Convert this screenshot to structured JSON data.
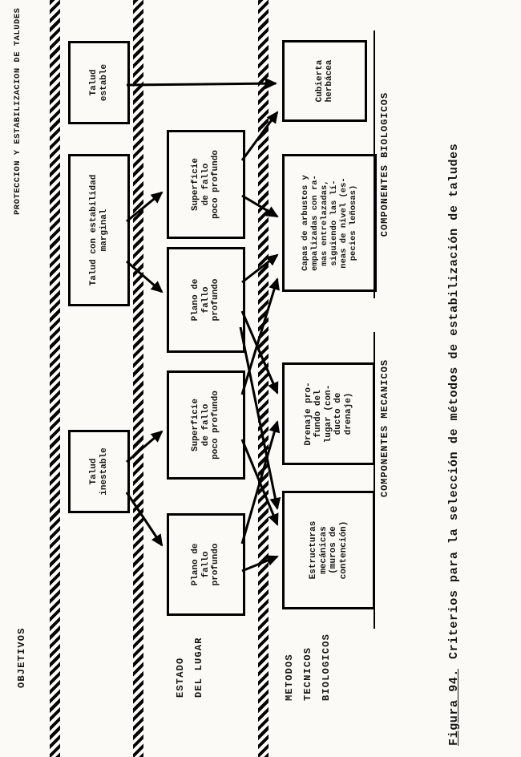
{
  "title": "PROTECCION Y ESTABILIZACION DE TALUDES",
  "row_labels": {
    "objetivos": "OBJETIVOS",
    "estado": [
      "ESTADO",
      "DEL LUGAR"
    ],
    "metodos": [
      "METODOS",
      "TECNICOS",
      "BIOLOGICOS"
    ]
  },
  "group_labels": {
    "biologicos": "COMPONENTES BIOLOGICOS",
    "mecanicos": "COMPONENTES MECANICOS"
  },
  "nodes": {
    "talud_estable": {
      "lines": [
        "Talud",
        "estable"
      ]
    },
    "talud_marginal": {
      "lines": [
        "Talud con estabilidad",
        "marginal"
      ]
    },
    "talud_inestable": {
      "lines": [
        "Talud",
        "inestable"
      ]
    },
    "superficie_1": {
      "lines": [
        "Superficie",
        "de fallo",
        "poco profundo"
      ]
    },
    "plano_1": {
      "lines": [
        "Plano de",
        "fallo",
        "profundo"
      ]
    },
    "superficie_2": {
      "lines": [
        "Superficie",
        "de fallo",
        "poco profundo"
      ]
    },
    "plano_2": {
      "lines": [
        "Plano de",
        "fallo",
        "profundo"
      ]
    },
    "cubierta": {
      "lines": [
        "Cubierta",
        "herbácea"
      ]
    },
    "capas": {
      "lines": [
        "Capas de arbustos y",
        "empalizadas con ra-",
        "mas entrelazadas,",
        "siguiendo las lí-",
        "neas de nivel (es-",
        "pecies leñosas)"
      ]
    },
    "drenaje": {
      "lines": [
        "Drenaje pro-",
        "fundo del",
        "lugar (con-",
        "ducto de",
        "drenaje)"
      ]
    },
    "estructuras": {
      "lines": [
        "Estructuras",
        "mecánicas",
        "(muros de",
        "contención)"
      ]
    }
  },
  "edges": [
    {
      "from": "talud_estable",
      "to": "cubierta"
    },
    {
      "from": "talud_marginal",
      "to": "superficie_1"
    },
    {
      "from": "talud_marginal",
      "to": "plano_1"
    },
    {
      "from": "talud_inestable",
      "to": "superficie_2"
    },
    {
      "from": "talud_inestable",
      "to": "plano_2"
    },
    {
      "from": "superficie_1",
      "to": "cubierta"
    },
    {
      "from": "superficie_1",
      "to": "capas"
    },
    {
      "from": "plano_1",
      "to": "capas"
    },
    {
      "from": "plano_1",
      "to": "drenaje"
    },
    {
      "from": "plano_1",
      "to": "estructuras"
    },
    {
      "from": "superficie_2",
      "to": "capas"
    },
    {
      "from": "superficie_2",
      "to": "estructuras"
    },
    {
      "from": "plano_2",
      "to": "drenaje"
    },
    {
      "from": "plano_2",
      "to": "estructuras"
    }
  ],
  "caption": {
    "label": "Figura 94.",
    "text": "Criterios para la selección de métodos de estabilización de taludes"
  }
}
